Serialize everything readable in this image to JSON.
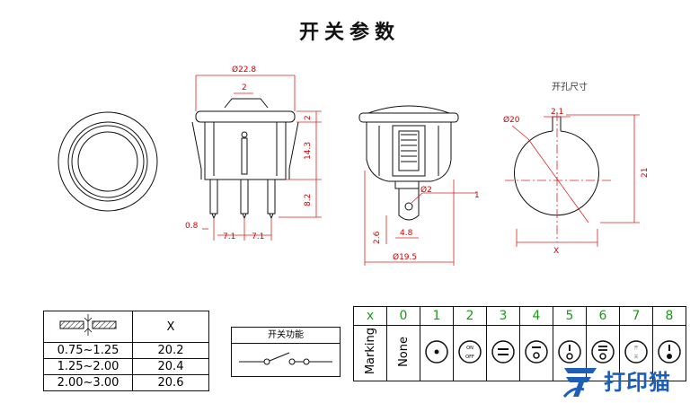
{
  "title": "开关参数",
  "cutout_label": "开孔尺寸",
  "dims": {
    "body_width": "Ø22.8",
    "actuator_width": "2",
    "flange": "2",
    "body_height": "14.3",
    "pin_length": "8.2",
    "pin_width": "0.8",
    "pin_pitch_1": "7.1",
    "pin_pitch_2": "7.1",
    "hole_dia": "Ø2",
    "tab_offset": "1",
    "tab_length": "2.6",
    "tab_width": "4.8",
    "base_dia": "Ø19.5",
    "cut_dia": "Ø20",
    "cut_key": "2.1",
    "cut_height": "21",
    "cut_x": "X"
  },
  "x_table": {
    "header_x": "X",
    "rows": [
      {
        "range": "0.75~1.25",
        "x": "20.2"
      },
      {
        "range": "1.25~2.00",
        "x": "20.4"
      },
      {
        "range": "2.00~3.00",
        "x": "20.6"
      }
    ]
  },
  "function_box": {
    "title": "开关功能"
  },
  "marking_table": {
    "x_label": "x",
    "columns": [
      "0",
      "1",
      "2",
      "3",
      "4",
      "5",
      "6",
      "7",
      "8"
    ],
    "row_label": "Marking",
    "none_label": "None",
    "on_text": "ON",
    "off_text": "OFF",
    "open_char": "开",
    "close_char": "关"
  },
  "logo": {
    "text": "打印猫",
    "color": "#1b5fb8"
  },
  "colors": {
    "dimension": "#cc0000",
    "header": "#1a9a1a"
  }
}
